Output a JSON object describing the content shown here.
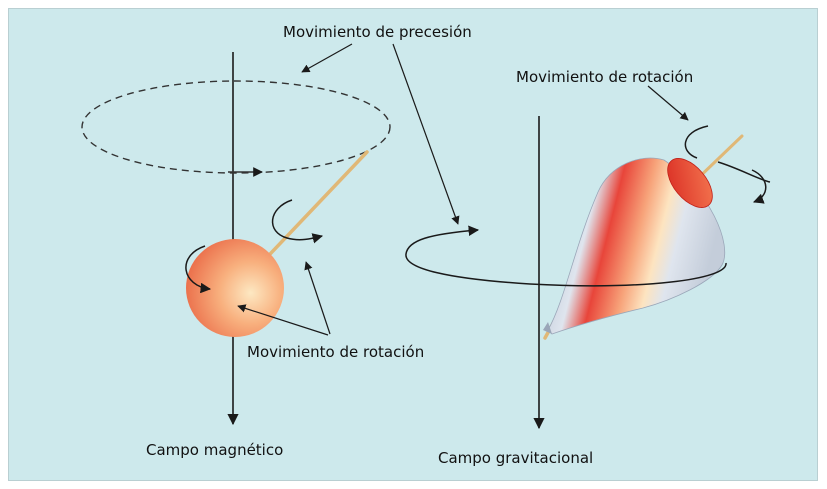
{
  "labels": {
    "precession_top": "Movimiento de precesión",
    "rotation_right": "Movimiento de rotación",
    "rotation_left": "Movimiento de rotación",
    "field_magnetic": "Campo magnético",
    "field_gravitational": "Campo gravitacional"
  },
  "colors": {
    "background": "#cde9ec",
    "line": "#1a1a1a",
    "sphere_light": "#fde6bf",
    "sphere_dark": "#ee7e58",
    "top_red": "#e83a2e",
    "top_grey": "#a9b4c6",
    "axis_stick": "#e0b877"
  }
}
